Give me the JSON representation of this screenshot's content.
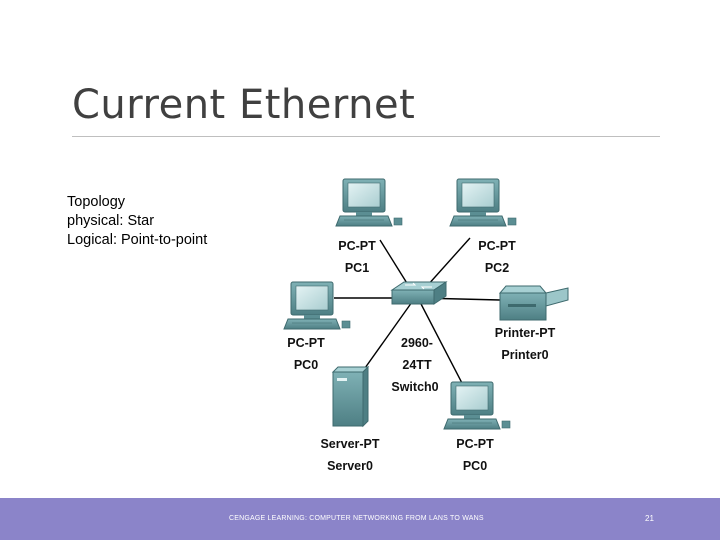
{
  "slide": {
    "title": "Current Ethernet",
    "text_lines": [
      "Topology",
      "physical: Star",
      "Logical: Point-to-point"
    ]
  },
  "diagram": {
    "devices": {
      "pc1": {
        "type": "PC-PT",
        "name": "PC1"
      },
      "pc2": {
        "type": "PC-PT",
        "name": "PC2"
      },
      "pc0_left": {
        "type": "PC-PT",
        "name": "PC0"
      },
      "printer": {
        "type": "Printer-PT",
        "name": "Printer0"
      },
      "switch": {
        "type_line1": "2960-",
        "type_line2": "24TT",
        "name": "Switch0"
      },
      "server": {
        "type": "Server-PT",
        "name": "Server0"
      },
      "pc0_bottom": {
        "type": "PC-PT",
        "name": "PC0"
      }
    }
  },
  "footer": {
    "text": "CENGAGE LEARNING: COMPUTER NETWORKING FROM LANS TO WANS",
    "page": "21"
  },
  "colors": {
    "footer_bg": "#8b84c9",
    "device_teal": "#5b8e93",
    "screen": "#c9e2e4"
  }
}
